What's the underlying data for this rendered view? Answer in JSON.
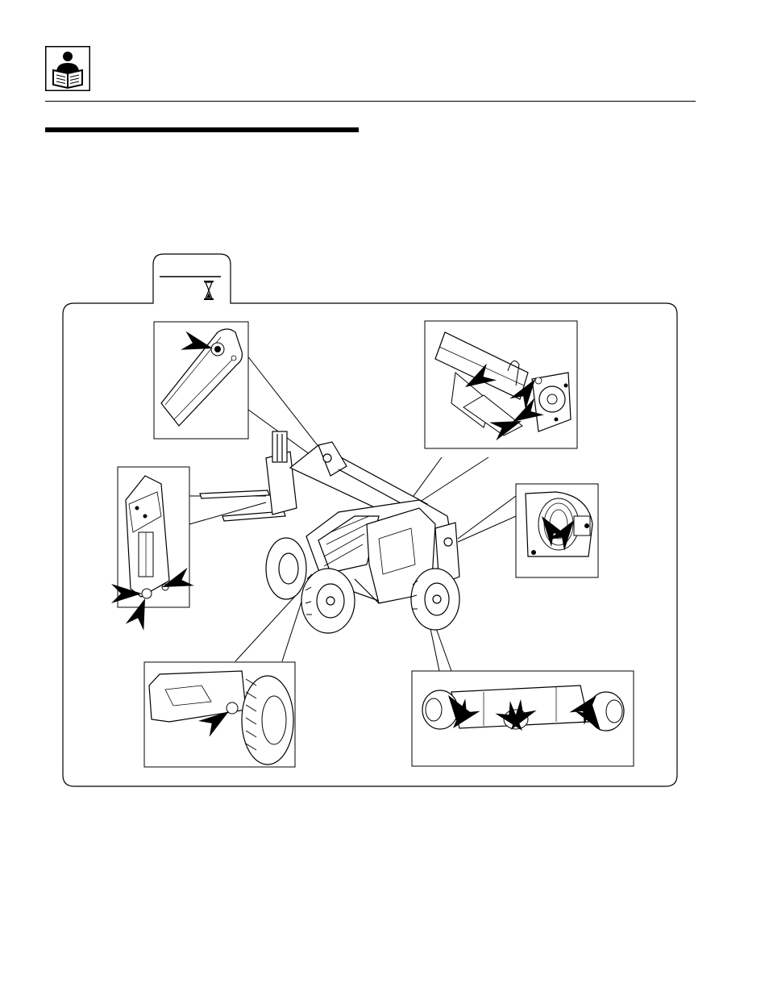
{
  "header": {
    "icon": "manual-reader-icon"
  },
  "interval_tab": {
    "icon": "hourglass-icon"
  },
  "figure": {
    "callout_icon": "arrow-pointer-icon",
    "views": [
      "boom-head-pivot",
      "boom-pivot-lift-cylinder",
      "rear-wheel-hub",
      "carriage-tilt-cylinder",
      "front-axle-driveshaft",
      "rear-axle"
    ]
  },
  "colors": {
    "ink": "#000000",
    "paper": "#ffffff"
  }
}
